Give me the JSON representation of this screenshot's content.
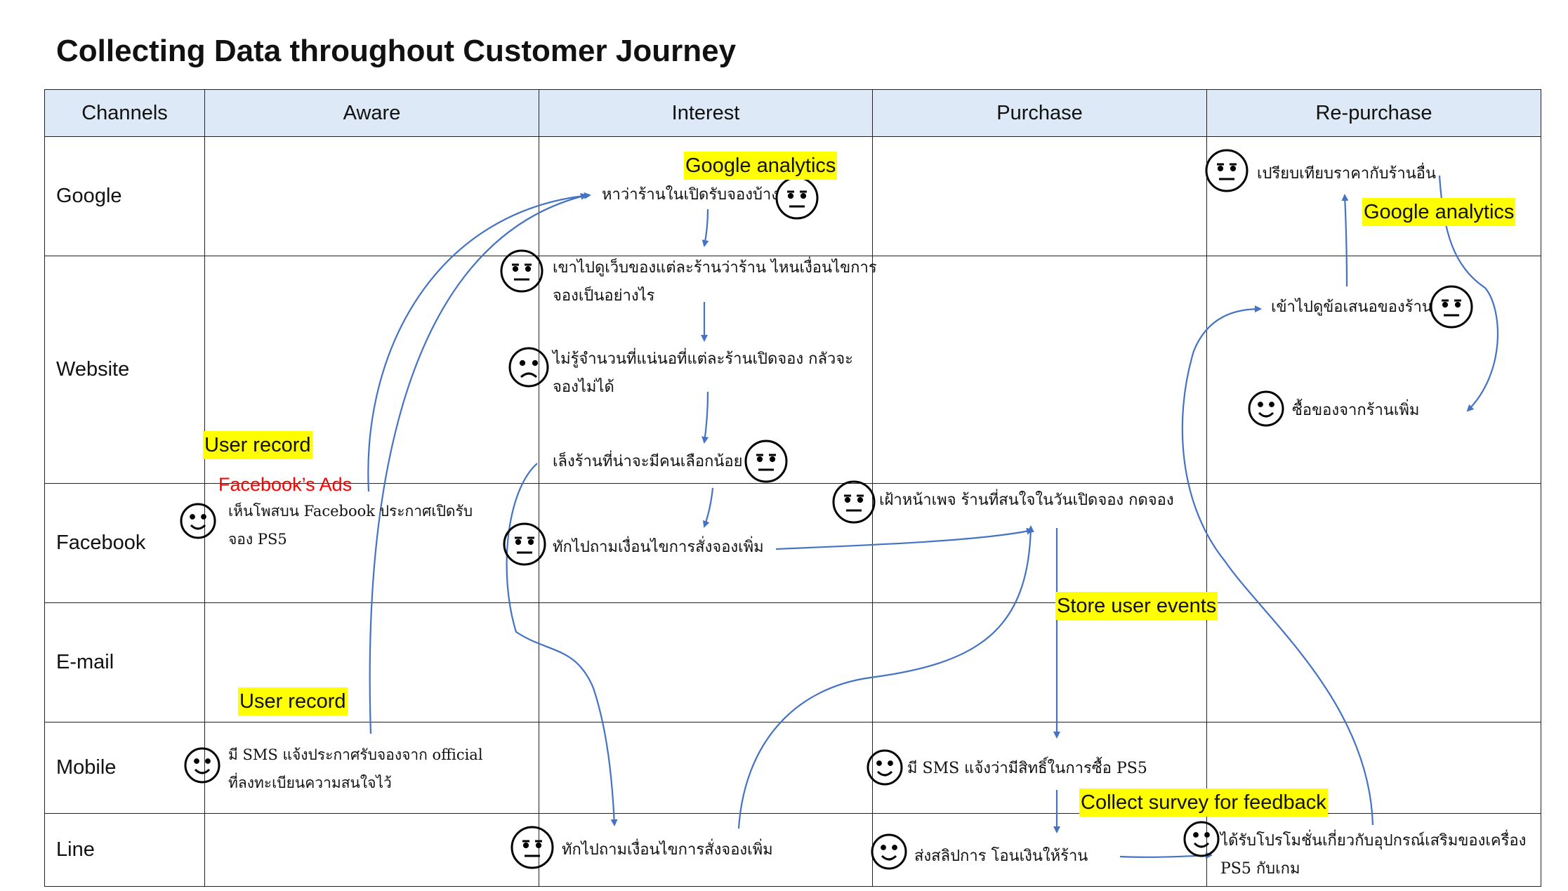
{
  "title": "Collecting Data throughout Customer Journey",
  "columns": [
    "Channels",
    "Aware",
    "Interest",
    "Purchase",
    "Re-purchase"
  ],
  "rows": [
    "Google",
    "Website",
    "Facebook",
    "E-mail",
    "Mobile",
    "Line"
  ],
  "steps": {
    "aware_facebook": "เห็นโพสบน Facebook ประกาศเปิดรับ",
    "aware_facebook_2": "จอง PS5",
    "aware_mobile": "มี SMS แจ้งประกาศรับจองจาก official",
    "aware_mobile_2": "ที่ลงทะเบียนความสนใจไว้",
    "interest_google": "หาว่าร้านในเปิดรับจองบ้าง",
    "interest_web1": "เขาไปดูเว็บของแต่ละร้านว่าร้าน ไหนเงื่อนไขการ",
    "interest_web1_2": "จองเป็นอย่างไร",
    "interest_web2": "ไม่รู้จำนวนที่แน่นอที่แต่ละร้านเปิดจอง กลัวจะ",
    "interest_web2_2": "จองไม่ได้",
    "interest_web3": "เล็งร้านที่น่าจะมีคนเลือกน้อย",
    "interest_facebook": "ทักไปถามเงื่อนไขการสั่งจองเพิ่ม",
    "interest_line": "ทักไปถามเงื่อนไขการสั่งจองเพิ่ม",
    "purchase_facebook": "เฝ้าหน้าเพจ ร้านที่สนใจในวันเปิดจอง กดจอง",
    "purchase_mobile": "มี SMS แจ้งว่ามีสิทธิ์ในการซื้อ PS5",
    "purchase_line": "ส่งสลิปการ โอนเงินให้ร้าน",
    "repurchase_google": "เปรียบเทียบราคากับร้านอื่น",
    "repurchase_web1": "เข้าไปดูข้อเสนอของร้าน",
    "repurchase_web2": "ซื้อของจากร้านเพิ่ม",
    "repurchase_line": "ได้รับโปรโมชั่นเกี่ยวกับอุปกรณ์เสริมของเครื่อง",
    "repurchase_line_2": "PS5 กับเกม"
  },
  "highlights": {
    "google_analytics_1": "Google analytics",
    "google_analytics_2": "Google analytics",
    "user_record_1": "User record",
    "user_record_2": "User record",
    "store_user_events": "Store user events",
    "collect_survey": "Collect survey for feedback"
  },
  "facebook_ads": "Facebook’s Ads",
  "colors": {
    "header_bg": "#dde9f6",
    "arrow": "#4472c4",
    "highlight": "#ffff00",
    "ads_text": "#ff0000"
  },
  "faces": [
    "neutral",
    "neutral",
    "sad",
    "neutral",
    "neutral",
    "neutral",
    "neutral",
    "happy",
    "happy",
    "happy",
    "happy",
    "neutral",
    "happy",
    "happy"
  ]
}
